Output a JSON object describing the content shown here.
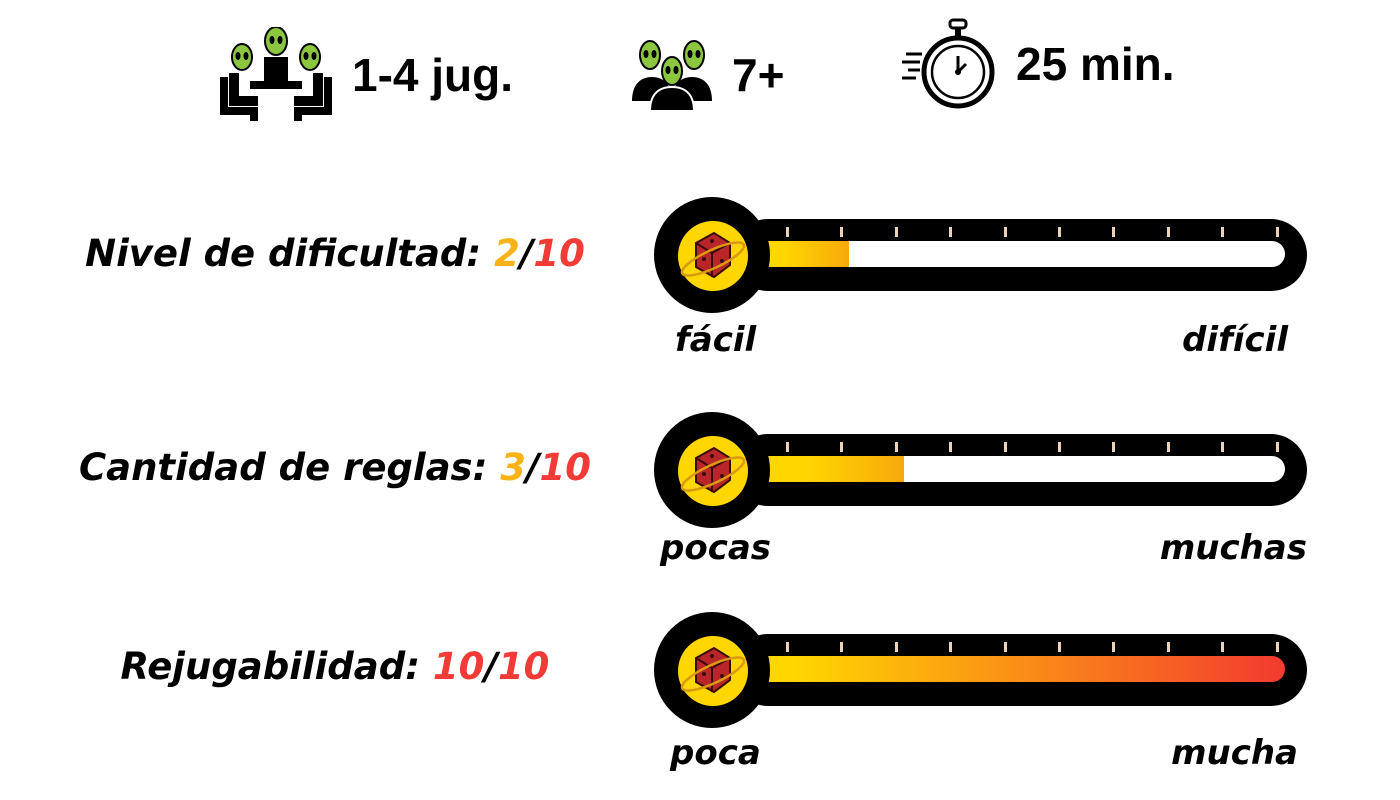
{
  "header": {
    "players": {
      "icon": "aliens-at-table-icon",
      "label": "1-4 jug."
    },
    "age": {
      "icon": "alien-group-icon",
      "label": "7+"
    },
    "time": {
      "icon": "stopwatch-icon",
      "label": "25 min."
    }
  },
  "colors": {
    "score": "#f9b317",
    "max": "#f23b36",
    "fill_start": "#ffd600"
  },
  "ratings": [
    {
      "label": "Nivel de dificultad: ",
      "score": "2",
      "sep": "/",
      "max": "10",
      "value": 2,
      "min_label": "fácil",
      "max_label": "difícil",
      "fill_end": "#f7a90c"
    },
    {
      "label": "Cantidad de reglas: ",
      "score": "3",
      "sep": "/",
      "max": "10",
      "value": 3,
      "min_label": "pocas",
      "max_label": "muchas",
      "fill_end": "#f7a90c"
    },
    {
      "label": "Rejugabilidad: ",
      "score": "10",
      "sep": "/",
      "max": "10",
      "value": 10,
      "min_label": "poca",
      "max_label": "mucha",
      "fill_end": "#f33a30"
    }
  ]
}
